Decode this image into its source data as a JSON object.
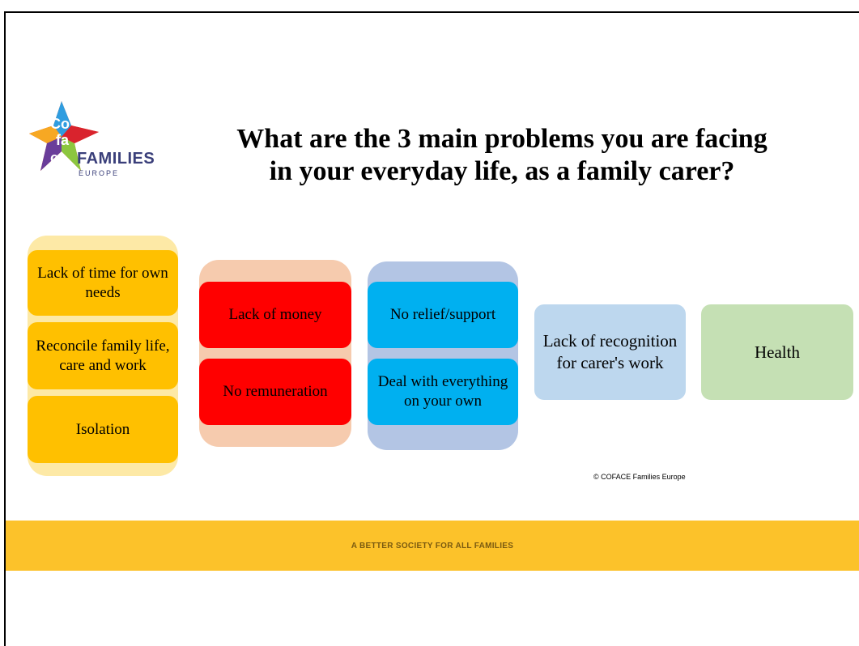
{
  "logo": {
    "name": "COFACE FAMILIES EUROPE",
    "letters": [
      "Co",
      "fa",
      "ce"
    ],
    "word": "FAMILIES",
    "sub": "EUROPE"
  },
  "title": {
    "line1": "What are the 3 main problems you are facing",
    "line2": "in your everyday life, as a family carer?"
  },
  "groups": {
    "yellow": {
      "color_bg": "#fde9a6",
      "color_box": "#ffc000",
      "items": [
        "Lack of time for own needs",
        "Reconcile family life, care and work",
        "Isolation"
      ]
    },
    "red": {
      "color_bg": "#f6cbae",
      "color_box": "#ff0000",
      "items": [
        "Lack of money",
        "No remuneration"
      ]
    },
    "blue": {
      "color_bg": "#b3c5e4",
      "color_box": "#00b0f0",
      "items": [
        "No relief/support",
        "Deal with everything on your own"
      ]
    },
    "single": [
      {
        "label": "Lack of recognition for carer's work",
        "color": "#bdd7ee"
      },
      {
        "label": "Health",
        "color": "#c5e0b4"
      }
    ]
  },
  "copyright": "© COFACE Families Europe",
  "footer": "A BETTER SOCIETY FOR ALL FAMILIES"
}
